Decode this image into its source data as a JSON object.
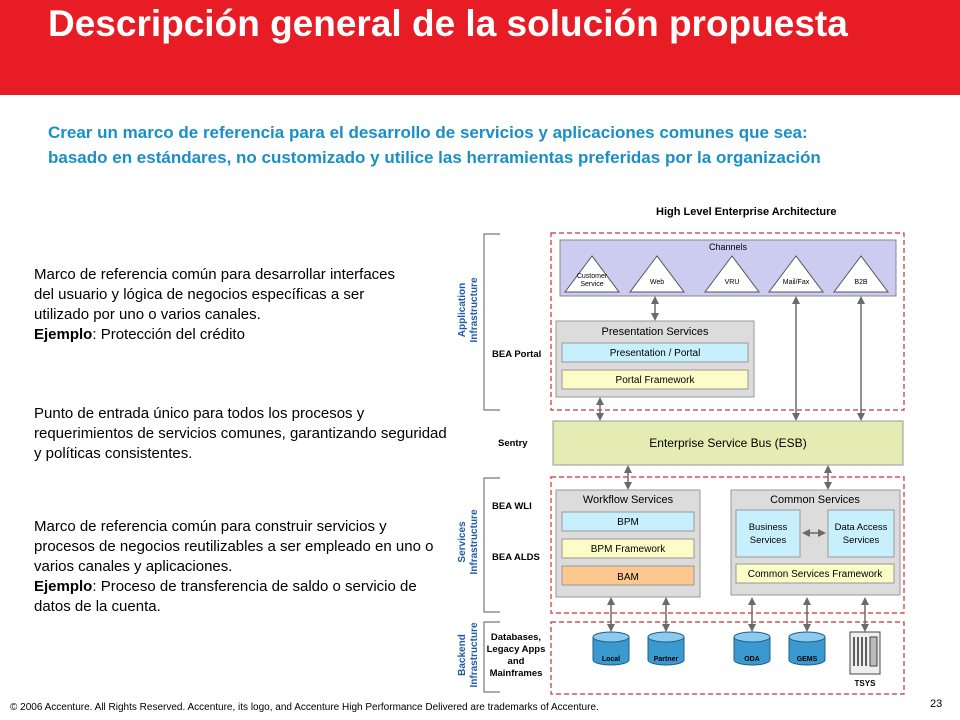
{
  "slide": {
    "title": "Descripción general de la solución propuesta",
    "subtitle": "Crear un marco de referencia para el desarrollo de servicios y aplicaciones comunes que sea: basado en estándares, no customizado y utilice las herramientas preferidas por la organización",
    "descriptions": [
      {
        "text": "Marco de referencia común para desarrollar interfaces del usuario y lógica de negocios específicas a ser utilizado por uno o varios canales.",
        "example_label": "Ejemplo",
        "example_text": ": Protección del crédito"
      },
      {
        "text": "Punto de entrada único para todos los procesos y requerimientos de servicios comunes, garantizando seguridad y políticas consistentes."
      },
      {
        "text": "Marco de referencia común para construir servicios y procesos de negocios reutilizables a ser empleado en uno o varios canales y aplicaciones.",
        "example_label": "Ejemplo",
        "example_text": ": Proceso de transferencia de saldo o servicio de datos de la cuenta."
      }
    ],
    "footer": "© 2006 Accenture. All Rights Reserved. Accenture, its logo, and Accenture High Performance Delivered are trademarks of Accenture.",
    "page_number": "23"
  },
  "diagram": {
    "title": "High Level Enterprise Architecture",
    "layers": {
      "application": "Application Infrastructure",
      "services": "Services Infrastructure",
      "backend": "Backend Infrastructure"
    },
    "products": {
      "bea_portal": "BEA Portal",
      "sentry": "Sentry",
      "bea_wli": "BEA WLI",
      "bea_alds": "BEA ALDS",
      "databases": "Databases, Legacy Apps and Mainframes"
    },
    "channels": {
      "title": "Channels",
      "items": [
        "Customer Service",
        "Web",
        "VRU",
        "Mail/Fax",
        "B2B"
      ]
    },
    "presentation": {
      "title": "Presentation Services",
      "portal": "Presentation / Portal",
      "framework": "Portal Framework"
    },
    "esb": "Enterprise Service Bus (ESB)",
    "workflow": {
      "title": "Workflow Services",
      "items": [
        "BPM",
        "BPM Framework",
        "BAM"
      ]
    },
    "common": {
      "title": "Common Services",
      "business": "Business Services",
      "data_access": "Data Access Services",
      "framework": "Common Services Framework"
    },
    "backends": [
      "Local",
      "Partner",
      "ODA",
      "GEMS",
      "TSYS"
    ],
    "colors": {
      "title_bar": "#e81c24",
      "subtitle": "#1a8fc7",
      "layer_label": "#1f5aa8",
      "dashed_border": "#cc3333",
      "channels_fill": "#ccccf0",
      "panel_fill": "#dcdcdc",
      "light_blue": "#c8f0fc",
      "light_yellow": "#fcfcc8",
      "esb_fill": "#e4ecb4",
      "bam_fill": "#fcc890",
      "db_fill": "#3a9ad0"
    }
  }
}
